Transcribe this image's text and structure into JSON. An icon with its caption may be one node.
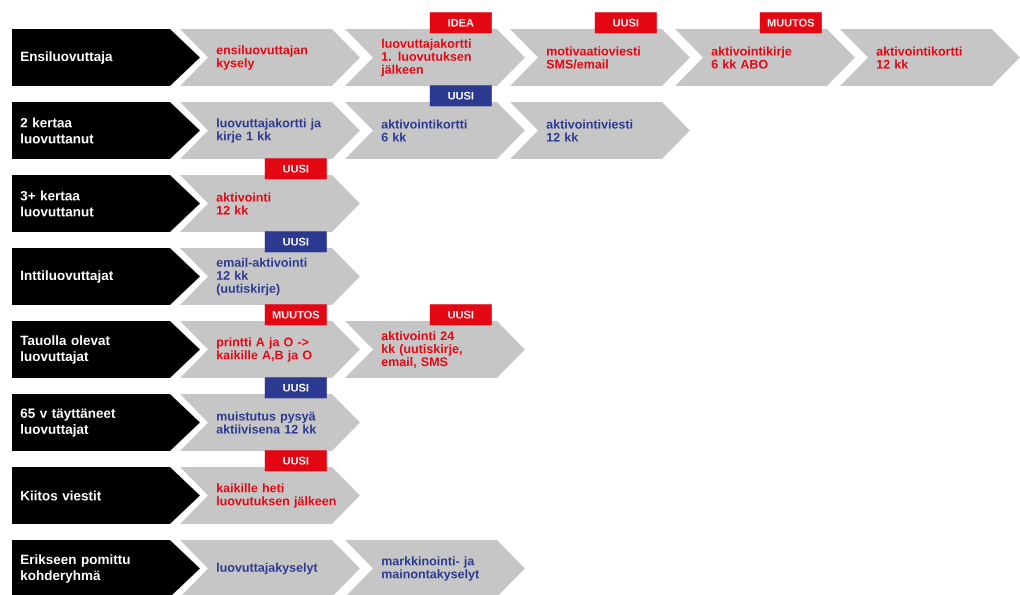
{
  "diagram": {
    "nodes": [
      {
        "text": [
          "Ensiluovuttaja"
        ]
      },
      {
        "text": [
          "ensiluovuttajan kysely"
        ]
      },
      {
        "text": [
          "luovuttajakortti 1. luovutuksen jälkeen"
        ],
        "beside": [
          "IDEA"
        ]
      },
      {
        "text": [
          "motivaatioviesti SMS/email"
        ],
        "beside": [
          "UUSI"
        ]
      },
      {
        "text": [
          "aktivointikirje 6 kk ABO"
        ],
        "beside": [
          "MUUTOS"
        ]
      },
      {
        "text": [
          "aktivointikortti 12 kk"
        ]
      },
      {
        "text": [
          "2 kertaa luovuttanut"
        ]
      },
      {
        "text": [
          "luovuttajakortti ja kirje 1 kk"
        ]
      },
      {
        "text": [
          "aktivointikortti 6 kk"
        ],
        "beside": [
          "UUSI"
        ]
      },
      {
        "text": [
          "aktivointiviesti 12 kk"
        ]
      },
      {
        "text": [
          "3+ kertaa luovuttanut"
        ]
      },
      {
        "text": [
          "aktivointi 12 kk"
        ],
        "beside": [
          "UUSI"
        ]
      },
      {
        "text": [
          "Inttiluovuttajat"
        ]
      },
      {
        "text": [
          "email-aktivointi 12 kk (uutiskirje)"
        ],
        "beside": [
          "UUSI"
        ]
      },
      {
        "text": [
          "Tauolla olevat luovuttajat"
        ]
      },
      {
        "text": [
          "printti A ja O -> kaikille A,B ja O"
        ],
        "beside": [
          "MUUTOS"
        ]
      },
      {
        "text": [
          "aktivointi 24 kk (uutiskirje, email, SMS"
        ],
        "beside": [
          "UUSI"
        ]
      },
      {
        "text": [
          "65 v täyttäneet luovuttajat"
        ]
      },
      {
        "text": [
          "muistutus pysyä aktiivisena 12 kk"
        ],
        "beside": [
          "UUSI"
        ]
      },
      {
        "text": [
          "Kiitos viestit"
        ]
      },
      {
        "text": [
          "kaikille heti luovutuksen jälkeen"
        ],
        "beside": [
          "UUSI"
        ]
      },
      {
        "text": [
          "Erikseen pomittu kohderyhmä"
        ]
      },
      {
        "text": [
          "luovuttajakyselyt"
        ]
      },
      {
        "text": [
          "markkinointi- ja mainontakyselyt"
        ]
      }
    ]
  }
}
